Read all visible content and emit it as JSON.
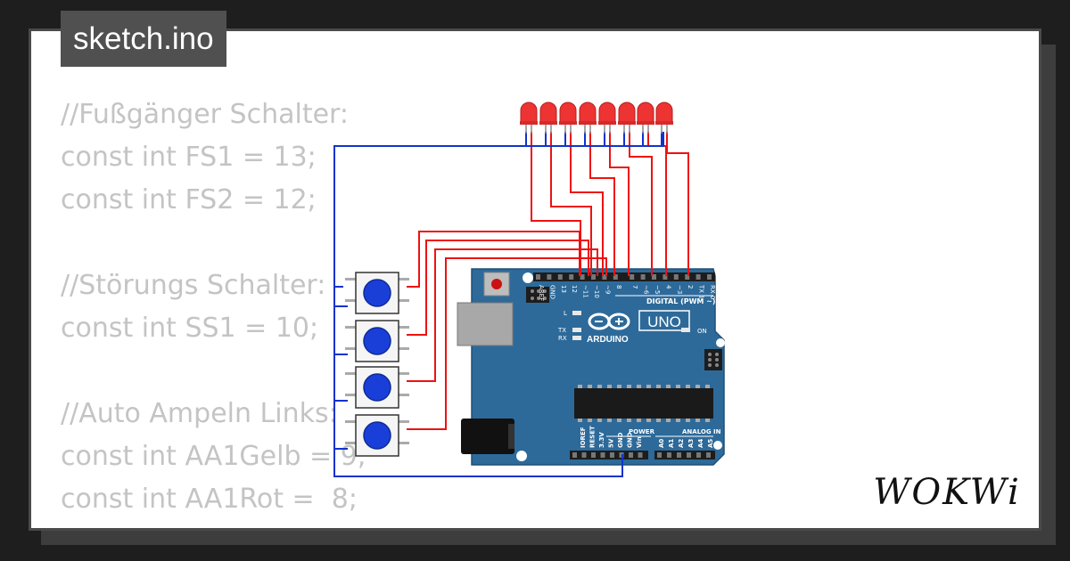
{
  "file_tab": {
    "label": "sketch.ino"
  },
  "code_lines": [
    "//Fußgänger Schalter:",
    "const int FS1 = 13;",
    "const int FS2 = 12;",
    "",
    "//Störungs Schalter:",
    "const int SS1 = 10;",
    "",
    "//Auto Ampeln Links:",
    "const int AA1Gelb = 9;",
    "const int AA1Rot =  8;"
  ],
  "board": {
    "model": "UNO",
    "brand": "ARDUINO",
    "digital_label": "DIGITAL (PWM ~)",
    "power_label": "POWER",
    "analog_label": "ANALOG IN",
    "on_label": "ON",
    "l_label": "L",
    "tx_label": "TX",
    "rx_label": "RX",
    "digital_pins": [
      "AREF",
      "GND",
      "13",
      "12",
      "~11",
      "~10",
      "~9",
      "8",
      "7",
      "~6",
      "~5",
      "4",
      "~3",
      "2",
      "TX 1",
      "RX 0"
    ],
    "power_pins": [
      "IOREF",
      "RESET",
      "3.3V",
      "5V",
      "GND",
      "GND",
      "Vin"
    ],
    "analog_pins": [
      "A0",
      "A1",
      "A2",
      "A3",
      "A4",
      "A5"
    ]
  },
  "components": {
    "led_count": 8,
    "button_count": 4
  },
  "colors": {
    "board": "#2d6a9a",
    "wire_red": "#ee1111",
    "wire_blue": "#1133cc",
    "led": "#ee3333",
    "button_cap": "#1a3fd8"
  },
  "logo": {
    "text": "WOKWi"
  }
}
